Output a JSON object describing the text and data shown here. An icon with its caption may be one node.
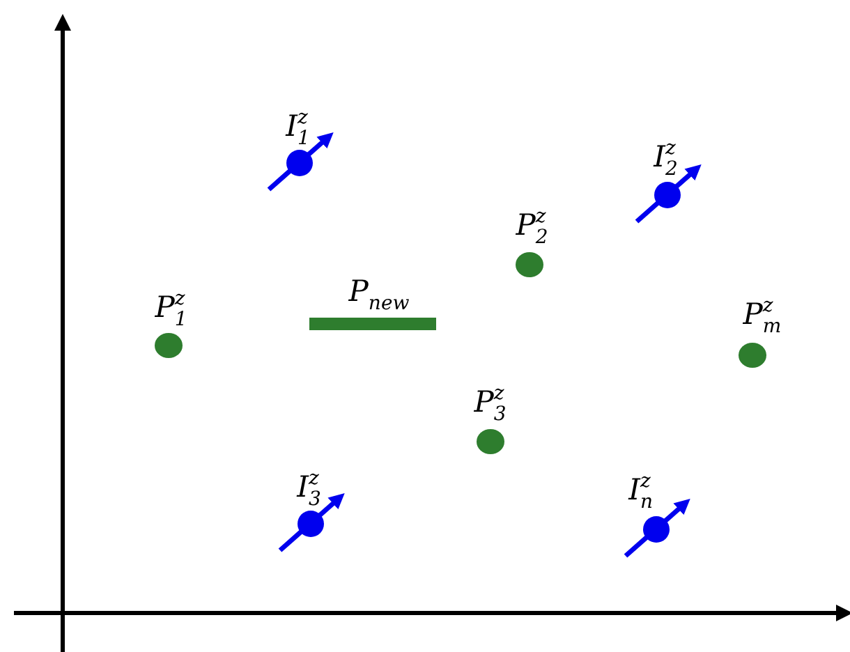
{
  "diagram": {
    "labels": [
      "I$_{1}$$^{z}$",
      "I$_{2}$$^{z}$",
      "P$_{2}$$^{z}$",
      "P$_{1}$$^{z}$",
      "P$_{new}$",
      "P$_{m}$$^{z}$",
      "P$_{3}$$^{z}$",
      "I$_{3}$$^{z}$",
      "I$_{n}$$^{z}$"
    ]
  }
}
